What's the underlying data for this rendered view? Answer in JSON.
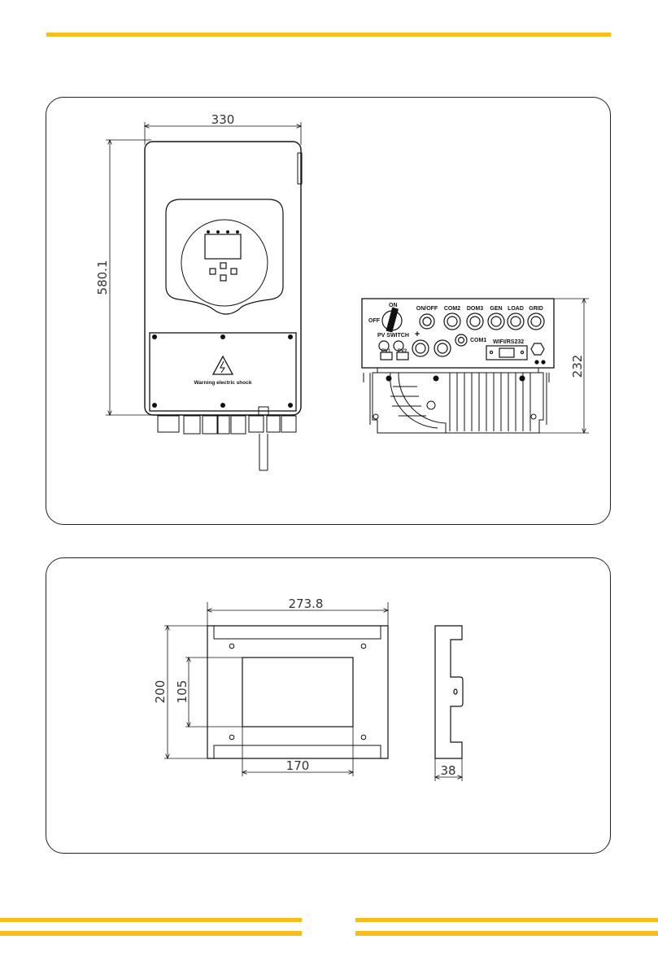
{
  "colors": {
    "accent": "#f6bd1d",
    "line": "#111111"
  },
  "front_view": {
    "width_dim": "330",
    "height_dim": "580.1",
    "warning_text": "Warning electric shock",
    "warning_icon": "warning-triangle-icon"
  },
  "bottom_view": {
    "depth_dim": "232",
    "switch_on": "ON",
    "switch_off": "OFF",
    "ports": [
      "ON/OFF",
      "COM2",
      "DOM3",
      "GEN",
      "LOAD",
      "GRID"
    ],
    "pv_switch": "PV SWITCH",
    "com1": "COM1",
    "wifi": "WIFI/RS232",
    "pv1": "PV1",
    "pv2": "PV2",
    "plus": "+"
  },
  "bracket": {
    "width_dim": "273.8",
    "height_dim": "200",
    "inner_height_dim": "105",
    "inner_width_dim": "170",
    "thickness_dim": "38"
  }
}
